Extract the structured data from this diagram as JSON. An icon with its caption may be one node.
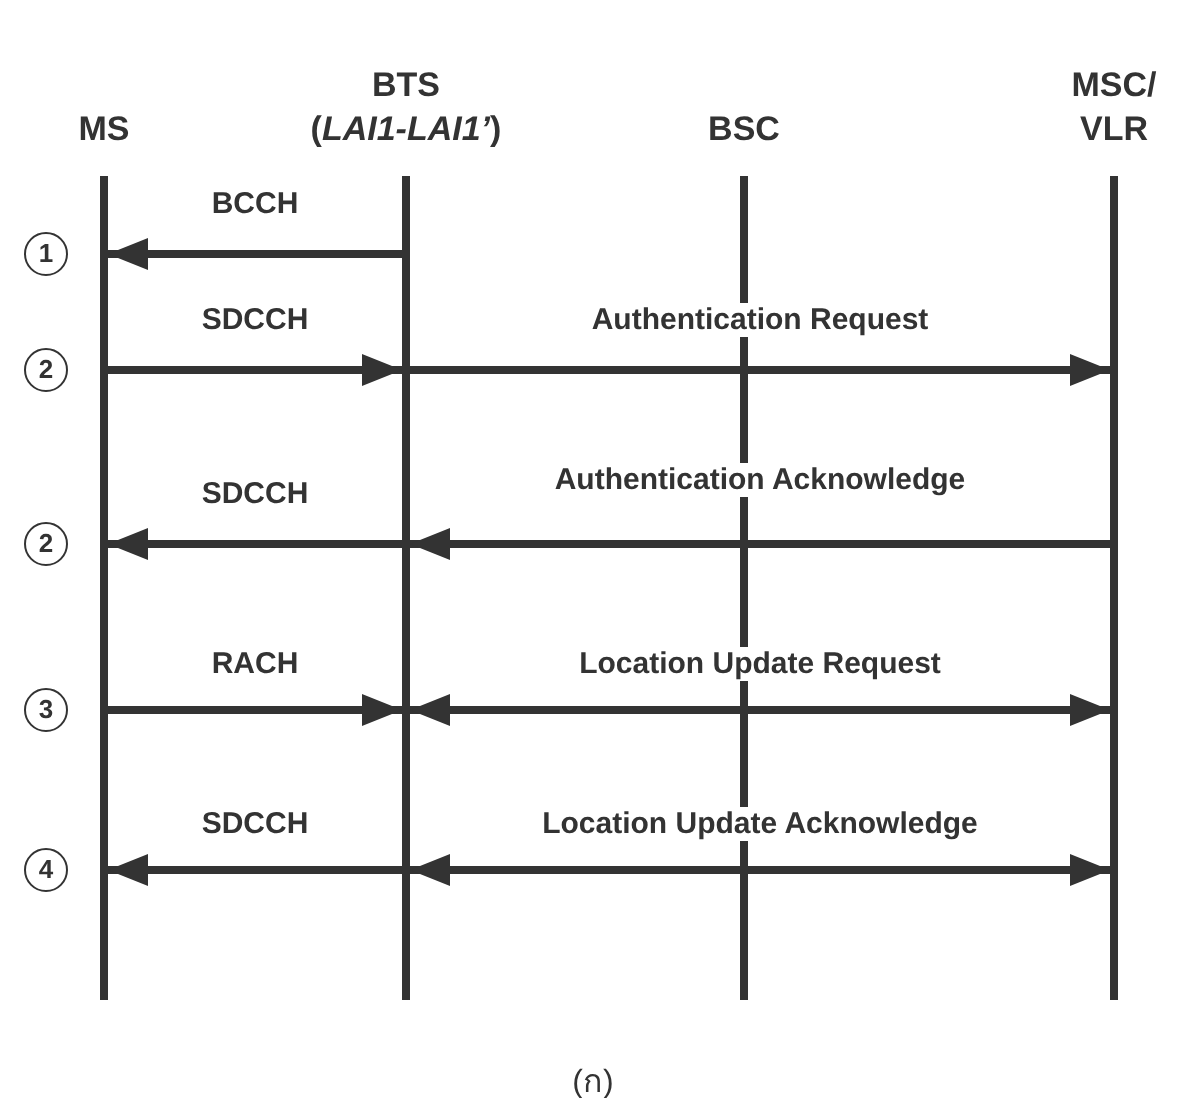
{
  "diagram": {
    "caption": "(ก)",
    "nodes": [
      {
        "text": [
          "MS"
        ]
      },
      {
        "text": [
          "BTS",
          "(*LAI1-LAI1’*)"
        ]
      },
      {
        "text": [
          "BSC"
        ]
      },
      {
        "text": [
          "MSC/ VLR"
        ]
      },
      {
        "text": [
          "1"
        ]
      },
      {
        "text": [
          "2"
        ]
      },
      {
        "text": [
          "2"
        ]
      },
      {
        "text": [
          "3"
        ]
      },
      {
        "text": [
          "4"
        ]
      }
    ],
    "edges": [
      {
        "from": 1,
        "to": 0,
        "arrow": "to",
        "label": "BCCH"
      },
      {
        "from": 0,
        "to": 1,
        "arrow": "to",
        "label": "SDCCH"
      },
      {
        "from": 1,
        "to": 3,
        "arrow": "to",
        "label": "Authentication Request"
      },
      {
        "from": 1,
        "to": 0,
        "arrow": "to",
        "label": "SDCCH"
      },
      {
        "from": 3,
        "to": 1,
        "arrow": "to",
        "label": "Authentication Acknowledge"
      },
      {
        "from": 0,
        "to": 1,
        "arrow": "to",
        "label": "RACH"
      },
      {
        "from": 1,
        "to": 3,
        "arrow": "both",
        "label": "Location Update Request"
      },
      {
        "from": 1,
        "to": 0,
        "arrow": "to",
        "label": "SDCCH"
      },
      {
        "from": 1,
        "to": 3,
        "arrow": "both",
        "label": "Location Update Acknowledge"
      }
    ]
  }
}
